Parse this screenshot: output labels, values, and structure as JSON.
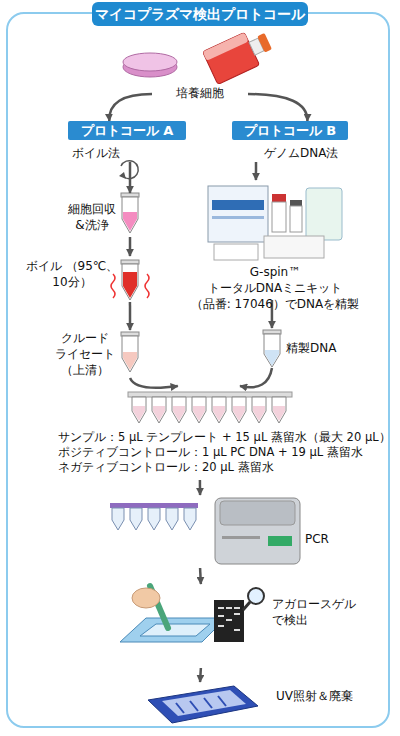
{
  "diagram": {
    "title": "マイコプラズマ検出プロトコール",
    "nodes": [
      {
        "text": [
          "培養細胞"
        ]
      },
      {
        "text": [
          "プロトコール A"
        ]
      },
      {
        "text": [
          "プロトコール B"
        ]
      },
      {
        "text": [
          "ボイル法"
        ]
      },
      {
        "text": [
          "細胞回収 &洗浄"
        ]
      },
      {
        "text": [
          "ボイル （95℃、10分）"
        ]
      },
      {
        "text": [
          "クルード ライセート （上清）"
        ]
      },
      {
        "text": [
          "ゲノムDNA法"
        ]
      },
      {
        "text": [
          "G-spin™ トータルDNAミニキット （品番: 17046）でDNAを精製"
        ]
      },
      {
        "text": [
          "精製DNA"
        ]
      },
      {
        "text": [
          "サンプル：5 μL テンプレート + 15 μL 蒸留水（最大 20 μL）",
          "ポジティブコントロール：1 μL PC DNA + 19 μL 蒸留水",
          "ネガティブコントロール：20 μL 蒸留水"
        ]
      },
      {
        "text": [
          "PCR"
        ]
      },
      {
        "text": [
          "アガロースゲル で検出"
        ]
      },
      {
        "text": [
          "UV照射＆廃棄"
        ]
      }
    ],
    "edges": [
      {
        "from": 0,
        "to": 1,
        "arrow": "to"
      },
      {
        "from": 0,
        "to": 2,
        "arrow": "to"
      },
      {
        "from": 3,
        "to": 4,
        "arrow": "to"
      },
      {
        "from": 4,
        "to": 5,
        "arrow": "to"
      },
      {
        "from": 5,
        "to": 6,
        "arrow": "to"
      },
      {
        "from": 6,
        "to": 10,
        "arrow": "to"
      },
      {
        "from": 7,
        "to": 8,
        "arrow": "to"
      },
      {
        "from": 8,
        "to": 9,
        "arrow": "to"
      },
      {
        "from": 9,
        "to": 10,
        "arrow": "to"
      },
      {
        "from": 10,
        "to": 11,
        "arrow": "to"
      },
      {
        "from": 11,
        "to": 12,
        "arrow": "to"
      },
      {
        "from": 12,
        "to": 13,
        "arrow": "to"
      }
    ]
  }
}
